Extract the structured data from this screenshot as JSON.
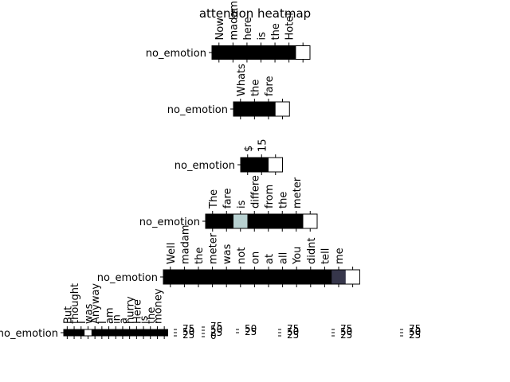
{
  "colors": {
    "zero": "#000000",
    "highlight_light": "#b9cfc6",
    "highlight_dark": "#363a52",
    "end_cell": "#ffffff",
    "background": "#ffffff"
  },
  "chart_data": {
    "type": "heatmap",
    "title": "attention heatmap",
    "colormap": "bone",
    "value_range": [
      0,
      1
    ],
    "rows": [
      {
        "label": "no_emotion",
        "tokens": [
          "Now",
          "madam",
          "here",
          "is",
          "the",
          "Hotel"
        ],
        "weights": [
          0,
          0,
          0,
          0,
          0,
          0,
          1
        ]
      },
      {
        "label": "no_emotion",
        "tokens": [
          "Whats",
          "the",
          "fare"
        ],
        "weights": [
          0,
          0,
          0,
          1
        ]
      },
      {
        "label": "no_emotion",
        "tokens": [
          "$",
          "15"
        ],
        "weights": [
          0,
          0,
          1
        ]
      },
      {
        "label": "no_emotion",
        "tokens": [
          "The",
          "fare",
          "is",
          "differe",
          "from",
          "the",
          "meter"
        ],
        "weights": [
          0,
          0,
          0.8,
          0,
          0,
          0,
          0,
          1
        ]
      },
      {
        "label": "no_emotion",
        "tokens": [
          "Well",
          "madam",
          "the",
          "meter",
          "was",
          "not",
          "on",
          "at",
          "all",
          "You",
          "didnt",
          "tell",
          "me"
        ],
        "weights": [
          0,
          0,
          0,
          0,
          0,
          0,
          0,
          0,
          0,
          0,
          0,
          0,
          0.25,
          1
        ]
      },
      {
        "label": "no_emotion",
        "tokens": [
          "But",
          "thought",
          "I",
          "was",
          "Anyway",
          "I",
          "am",
          "in",
          "a",
          "hurry",
          "Here",
          "is",
          "the",
          "money"
        ],
        "weights": [
          0,
          0,
          0,
          1,
          0,
          0,
          0,
          0,
          0,
          0,
          0,
          0,
          0,
          0,
          0
        ]
      }
    ],
    "colorbar_ticks": [
      [
        "75",
        "50",
        "25"
      ],
      [
        "75",
        "50",
        "25",
        "0"
      ],
      [
        "50",
        "25"
      ],
      [
        "75",
        "50",
        "25"
      ],
      [
        "75",
        "50",
        "25"
      ],
      [
        "75",
        "50",
        "25"
      ]
    ]
  }
}
